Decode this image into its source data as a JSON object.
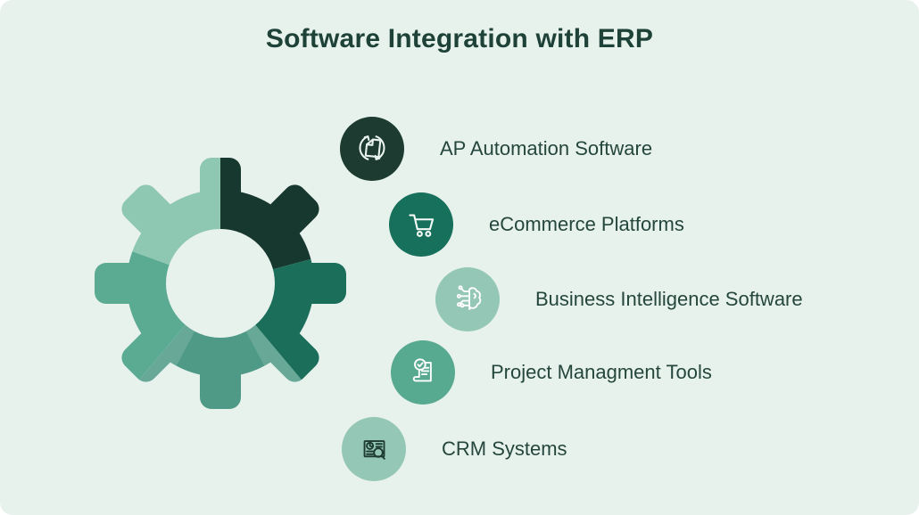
{
  "title": "Software Integration with ERP",
  "colors": {
    "background": "#e8f2ed",
    "title_text": "#1e4238",
    "item_text": "#24463c",
    "gear_segment_top_right": "#17382f",
    "gear_segment_right": "#1b6e5a",
    "gear_segment_bottom": "#4e9a86",
    "gear_segment_left": "#5aab92",
    "gear_segment_top_left": "#8ec7b2",
    "gear_hole": "#e8f2ed"
  },
  "gear": {
    "description": "gear wheel split into 5 colored segments",
    "segment_count": 5
  },
  "items": [
    {
      "label": "AP Automation Software",
      "icon": "document-sync-icon",
      "circle_color": "#1d3b31",
      "icon_color": "#eaf4ef"
    },
    {
      "label": "eCommerce Platforms",
      "icon": "shopping-cart-icon",
      "circle_color": "#17705c",
      "icon_color": "#f6fbf8"
    },
    {
      "label": "Business Intelligence Software",
      "icon": "brain-circuit-icon",
      "circle_color": "#94c7b5",
      "icon_color": "#ffffff"
    },
    {
      "label": "Project Managment Tools",
      "icon": "checklist-scroll-icon",
      "circle_color": "#57a98f",
      "icon_color": "#ffffff"
    },
    {
      "label": "CRM Systems",
      "icon": "crm-report-search-icon",
      "circle_color": "#94c7b5",
      "icon_color": "#1d3b31"
    }
  ]
}
